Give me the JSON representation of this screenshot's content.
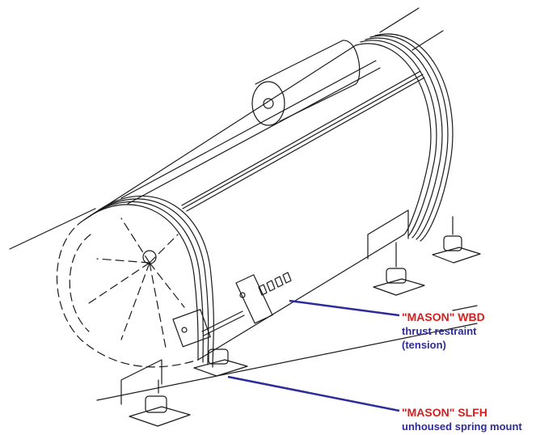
{
  "callouts": [
    {
      "title": "\"MASON\" WBD",
      "lines": [
        "thrust restraint",
        "(tension)"
      ]
    },
    {
      "title": "\"MASON\" SLFH",
      "lines": [
        "unhoused spring mount"
      ]
    }
  ],
  "colors": {
    "title": "#d61e1e",
    "subtitle": "#2e2b9a",
    "leader": "#2e2b9a",
    "drawing": "#1a1a1a"
  }
}
